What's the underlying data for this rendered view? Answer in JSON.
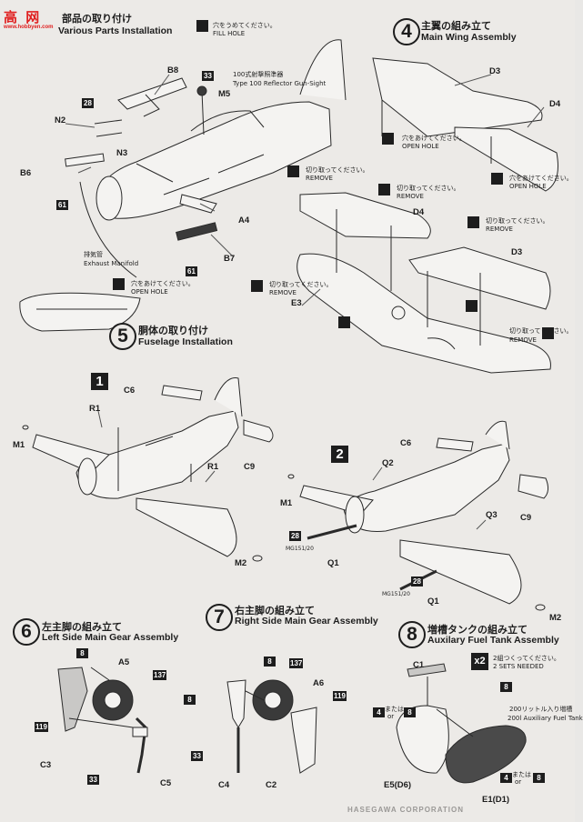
{
  "watermark": {
    "cn": "高 网",
    "url": "www.hobbyen.com"
  },
  "steps": {
    "s3": {
      "jp": "部品の取り付け",
      "en": "Various Parts Installation"
    },
    "s4": {
      "num": "4",
      "jp": "主翼の組み立て",
      "en": "Main Wing Assembly"
    },
    "s5": {
      "num": "5",
      "jp": "胴体の取り付け",
      "en": "Fuselage Installation"
    },
    "s6": {
      "num": "6",
      "jp": "左主脚の組み立て",
      "en": "Left Side Main Gear Assembly"
    },
    "s7": {
      "num": "7",
      "jp": "右主脚の組み立て",
      "en": "Right Side Main Gear Assembly"
    },
    "s8": {
      "num": "8",
      "jp": "増槽タンクの組み立て",
      "en": "Auxilary Fuel Tank Assembly"
    }
  },
  "notes": {
    "fill_jp": "穴をうめてください。",
    "fill_en": "FILL HOLE",
    "open_jp": "穴をあけてください。",
    "open_en": "OPEN HOLE",
    "remove_jp": "切り取ってください。",
    "remove_en": "REMOVE",
    "gunsight_jp": "100式射撃照準器",
    "gunsight_en": "Type 100 Reflector Gun-Sight",
    "exhaust_jp": "排気管",
    "exhaust_en": "Exhaust Manifold",
    "mg": "MG151/20",
    "sets_jp": "2組つくってください。",
    "sets_en": "2 SETS NEEDED",
    "sets_mult": "x2",
    "tank_jp": "200リットル入り増槽",
    "tank_en": "200l Auxiliary Fuel Tank",
    "or_jp": "または",
    "or_en": "or"
  },
  "subs": {
    "one": "1",
    "two": "2"
  },
  "badges": {
    "b28": "28",
    "b61": "61",
    "b33": "33",
    "b8": "8",
    "b137": "137",
    "b119": "119",
    "b4": "4"
  },
  "parts": {
    "B8": "B8",
    "N2": "N2",
    "N3": "N3",
    "B6": "B6",
    "M5": "M5",
    "A4": "A4",
    "B7": "B7",
    "D3": "D3",
    "D4": "D4",
    "E3": "E3",
    "C6": "C6",
    "R1": "R1",
    "M1": "M1",
    "C9": "C9",
    "M2": "M2",
    "Q1": "Q1",
    "Q2": "Q2",
    "Q3": "Q3",
    "A5": "A5",
    "A6": "A6",
    "C3": "C3",
    "C5": "C5",
    "C4": "C4",
    "C2": "C2",
    "C1": "C1",
    "E5": "E5(D6)",
    "E1": "E1(D1)"
  },
  "footer": "HASEGAWA CORPORATION"
}
